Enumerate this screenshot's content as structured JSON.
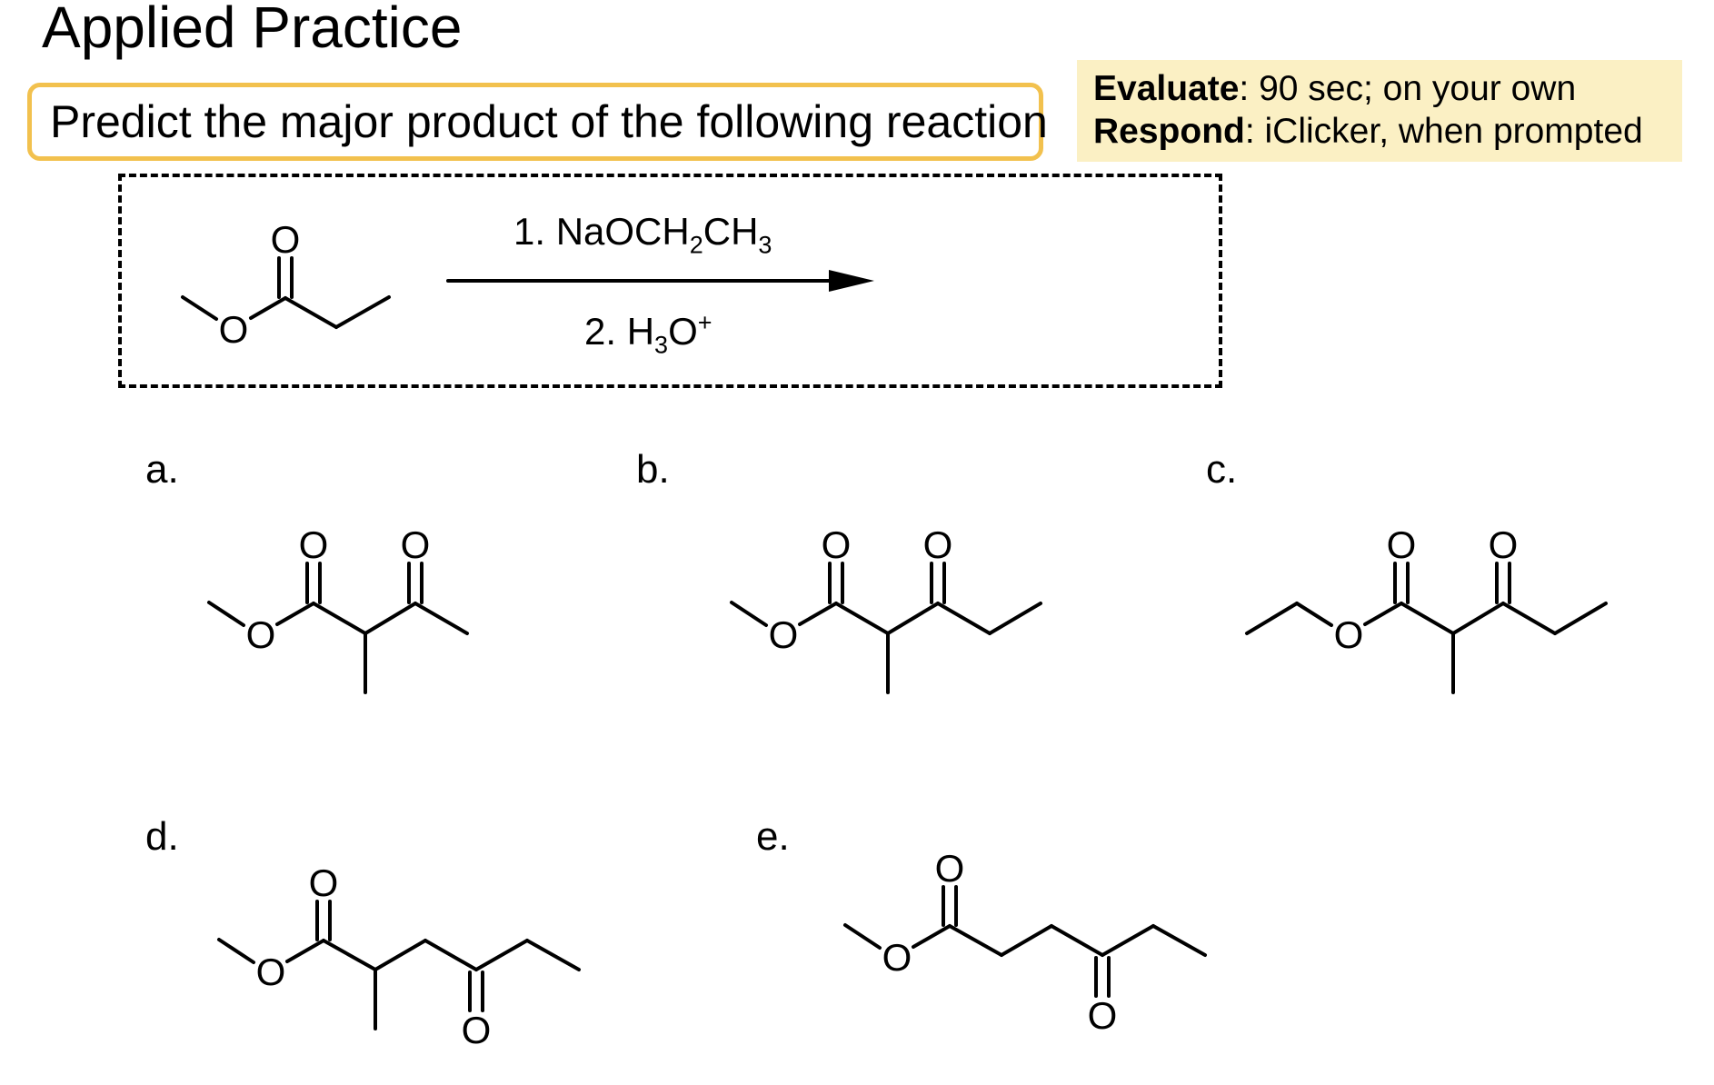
{
  "title": "Applied Practice",
  "prompt": "Predict the major product of the following reaction",
  "instructions": {
    "evaluate_label": "Evaluate",
    "evaluate_text": ": 90 sec; on your own",
    "respond_label": "Respond",
    "respond_text": ": iClicker, when prompted"
  },
  "reaction": {
    "reagent1": {
      "prefix": "1. NaOCH",
      "sub1": "2",
      "mid": "CH",
      "sub2": "3"
    },
    "reagent2": {
      "prefix": "2. H",
      "sub": "3",
      "mid": "O",
      "sup": "+"
    }
  },
  "atom_symbol": "O",
  "options": [
    {
      "label": "a."
    },
    {
      "label": "b."
    },
    {
      "label": "c."
    },
    {
      "label": "d."
    },
    {
      "label": "e."
    }
  ],
  "colors": {
    "prompt_border": "#f2c14e",
    "instructions_bg": "#fbf0c4"
  }
}
